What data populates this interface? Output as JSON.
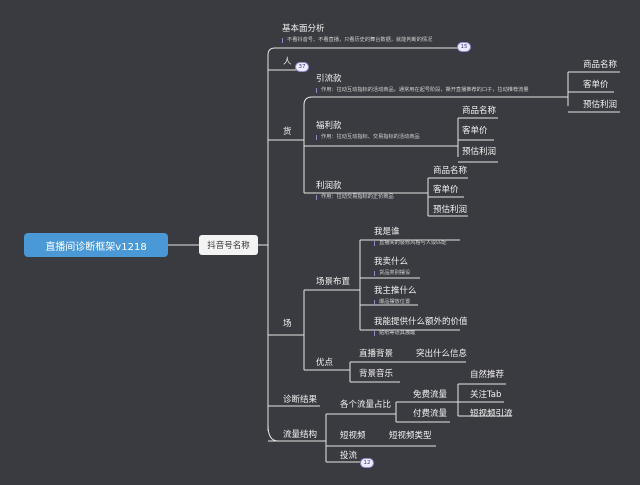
{
  "root": "直播间诊断框架v1218",
  "center": "抖音号名称",
  "basic": {
    "title": "基本面分析",
    "note": "不看抖音号、不看直播，只看历史的舞台数据，就能判断的情况",
    "badge": "15"
  },
  "people": {
    "label": "人",
    "badge": "37"
  },
  "goods": {
    "label": "货",
    "yinliu": {
      "title": "引流款",
      "note": "作用：拉动互动指标的活动商品，通常用在起号阶段，撕开直播推荐的口子，拉动推荐流量",
      "items": [
        "商品名称",
        "客单价",
        "预估利润"
      ]
    },
    "fuli": {
      "title": "福利款",
      "note": "作用：拉动互动指标、交易指标的活动商品",
      "items": [
        "商品名称",
        "客单价",
        "预估利润"
      ]
    },
    "lirun": {
      "title": "利润款",
      "note": "作用：拉动交易指标的正价商品",
      "items": [
        "商品名称",
        "客单价",
        "预估利润"
      ]
    }
  },
  "scene": {
    "label": "场",
    "layout": {
      "title": "场景布置",
      "items": [
        {
          "label": "我是谁",
          "note": "直播间的装修风格与人设匹配"
        },
        {
          "label": "我卖什么",
          "note": "货品类别摆设"
        },
        {
          "label": "我主推什么",
          "note": "爆品摆放位置"
        },
        {
          "label": "我能提供什么额外的价值",
          "note": "贴纸等道具展醒"
        }
      ]
    },
    "advantage": {
      "title": "优点",
      "bg": "直播背景",
      "bg_child": "突出什么信息",
      "music": "背景音乐"
    }
  },
  "result": {
    "label": "诊断结果"
  },
  "traffic": {
    "label": "流量结构",
    "share": {
      "title": "各个流量占比",
      "free": "免费流量",
      "free_items": [
        "自然推荐",
        "关注Tab",
        "短视频引流"
      ],
      "paid": "付费流量"
    },
    "video": {
      "label": "短视频",
      "child": "短视频类型"
    },
    "ads": {
      "label": "投流",
      "badge": "12"
    }
  },
  "colors": {
    "background": "#3a3b40",
    "root": "#4a98d6",
    "line": "#e6e6e6",
    "note_bar": "#8a8ac8"
  }
}
